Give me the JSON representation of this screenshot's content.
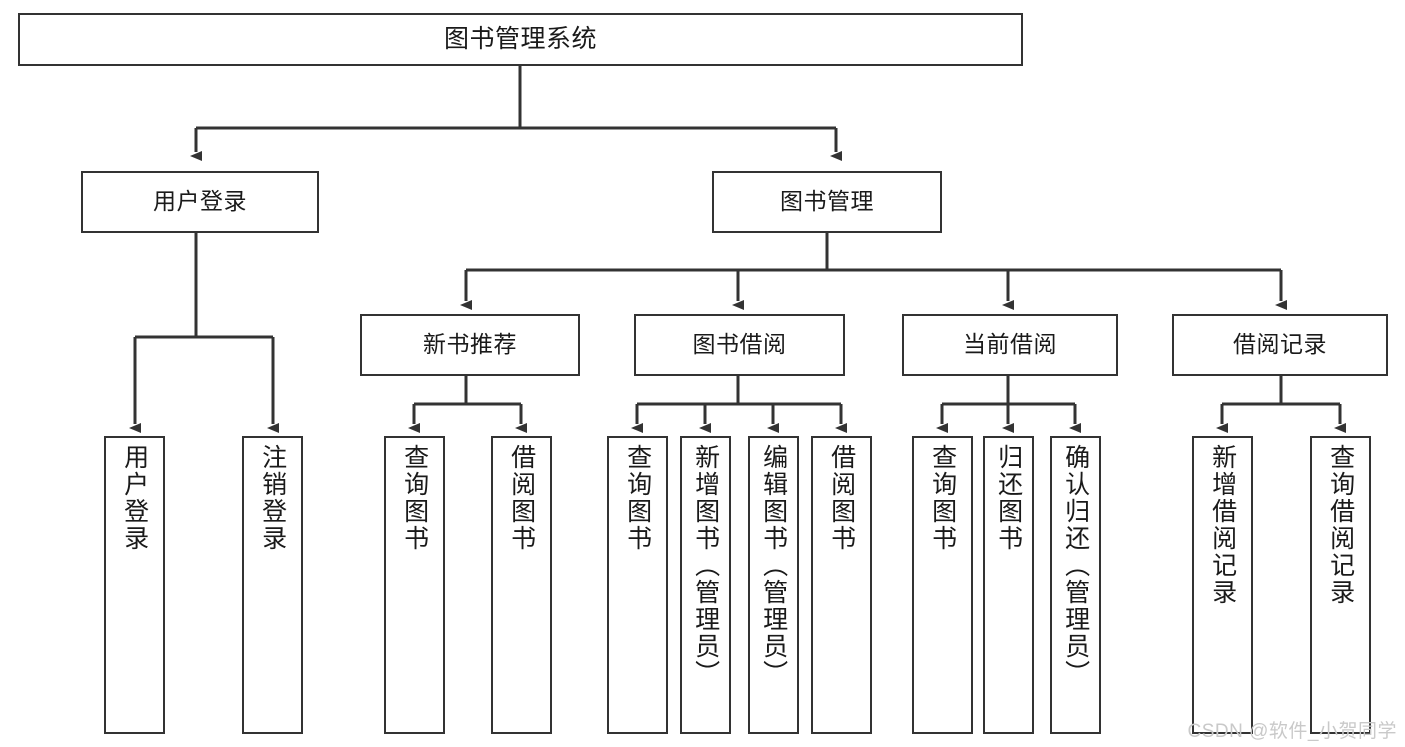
{
  "diagram": {
    "title": "图书管理系统",
    "type": "tree-hierarchy-diagram",
    "colors": {
      "box_border": "#333333",
      "box_fill": "#ffffff",
      "edge": "#333333",
      "text": "#1a1a1a",
      "watermark": "#c9c9c9",
      "background": "#ffffff"
    },
    "watermark": "CSDN @软件_小贺同学"
  },
  "nodes": {
    "root": {
      "label": "图书管理系统"
    },
    "level1": [
      {
        "id": "user-login",
        "label": "用户登录"
      },
      {
        "id": "book-management",
        "label": "图书管理"
      }
    ],
    "level2": [
      {
        "id": "new-book-recommend",
        "label": "新书推荐"
      },
      {
        "id": "book-borrow",
        "label": "图书借阅"
      },
      {
        "id": "current-borrow",
        "label": "当前借阅"
      },
      {
        "id": "borrow-record",
        "label": "借阅记录"
      }
    ],
    "leaves": {
      "user_login": [
        {
          "id": "leaf-user-login",
          "label": "用户登录"
        },
        {
          "id": "leaf-logout-login",
          "label": "注销登录"
        }
      ],
      "new_book_recommend": [
        {
          "id": "leaf-query-book-1",
          "label": "查询图书"
        },
        {
          "id": "leaf-borrow-book-1",
          "label": "借阅图书"
        }
      ],
      "book_borrow": [
        {
          "id": "leaf-query-book-2",
          "label": "查询图书"
        },
        {
          "id": "leaf-add-book",
          "label": "新增图书（管理员）"
        },
        {
          "id": "leaf-edit-book",
          "label": "编辑图书（管理员）"
        },
        {
          "id": "leaf-borrow-book-2",
          "label": "借阅图书"
        }
      ],
      "current_borrow": [
        {
          "id": "leaf-query-book-3",
          "label": "查询图书"
        },
        {
          "id": "leaf-return-book",
          "label": "归还图书"
        },
        {
          "id": "leaf-confirm-return",
          "label": "确认归还（管理员）"
        }
      ],
      "borrow_record": [
        {
          "id": "leaf-add-record",
          "label": "新增借阅记录"
        },
        {
          "id": "leaf-query-record",
          "label": "查询借阅记录"
        }
      ]
    }
  }
}
